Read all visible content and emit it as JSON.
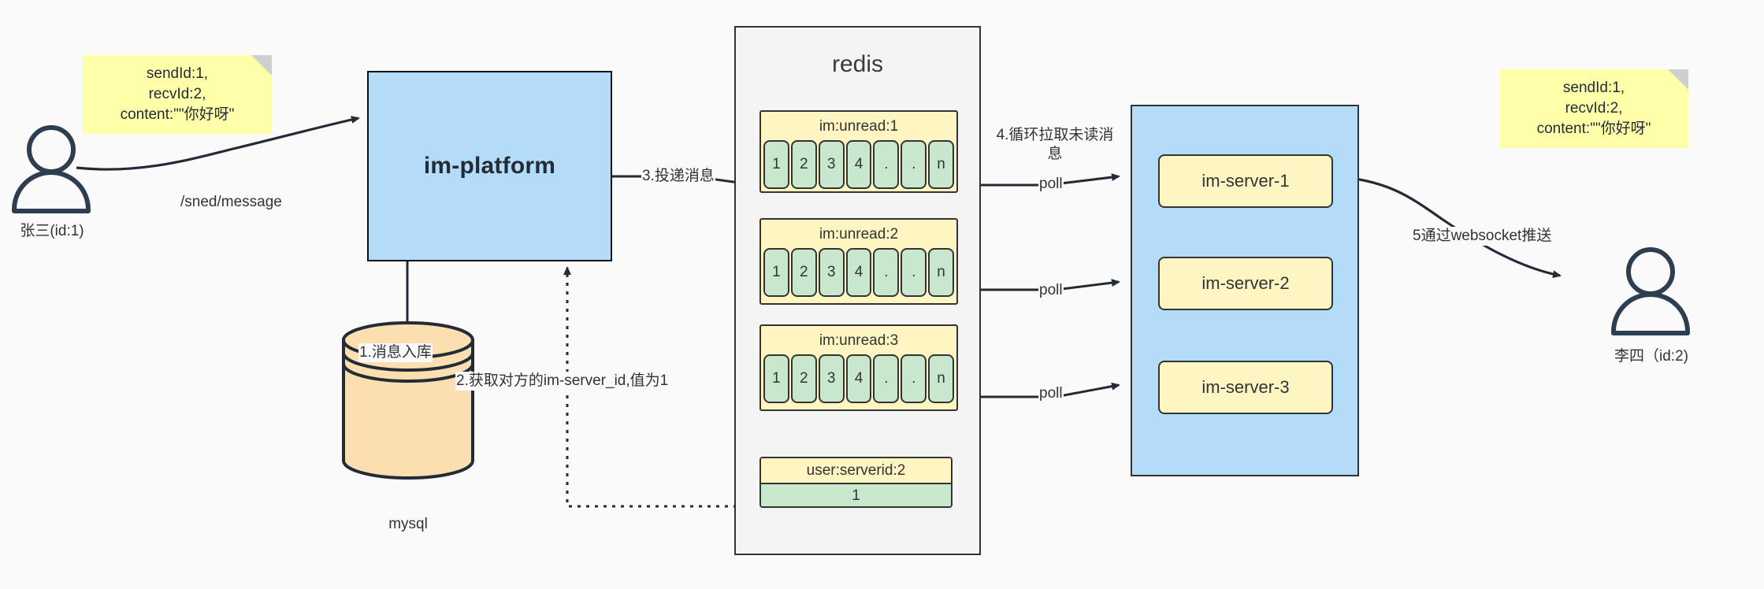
{
  "diagram": {
    "title": "IM message delivery architecture",
    "colors": {
      "sticky": "#ffffaa",
      "platform": "#b3dcf9",
      "redis_bg": "#f4f4f4",
      "list_key": "#fff5c2",
      "list_cell": "#c9e7cd",
      "cluster": "#b3dcf9",
      "server": "#fdf6c3",
      "mysql": "#fbdfb0",
      "stroke": "#333333",
      "actor": "#2c3e50"
    }
  },
  "notes": {
    "left": {
      "text": "sendId:1,\nrecvId:2,\ncontent:\"\"你好呀\"",
      "lines": [
        "sendId:1,",
        "recvId:2,",
        "content:\"\"你好呀\""
      ]
    },
    "right": {
      "text": "sendId:1,\nrecvId:2,\ncontent:\"\"你好呀\"",
      "lines": [
        "sendId:1,",
        "recvId:2,",
        "content:\"\"你好呀\""
      ]
    }
  },
  "actors": {
    "sender": {
      "label": "张三(id:1)",
      "icon": "user-icon"
    },
    "receiver": {
      "label": "李四（id:2)",
      "icon": "user-icon"
    }
  },
  "nodes": {
    "platform": {
      "label": "im-platform"
    },
    "mysql": {
      "label": "mysql",
      "icon": "database-cylinder-icon"
    },
    "redis": {
      "label": "redis"
    },
    "cluster": {
      "label": ""
    }
  },
  "redis": {
    "title": "redis",
    "lists": [
      {
        "key": "im:unread:1",
        "cells": [
          "1",
          "2",
          "3",
          "4",
          ".",
          ".",
          "n"
        ]
      },
      {
        "key": "im:unread:2",
        "cells": [
          "1",
          "2",
          "3",
          "4",
          ".",
          ".",
          "n"
        ]
      },
      {
        "key": "im:unread:3",
        "cells": [
          "1",
          "2",
          "3",
          "4",
          ".",
          ".",
          "n"
        ]
      }
    ],
    "kv": {
      "key": "user:serverid:2",
      "value": "1"
    }
  },
  "servers": [
    {
      "label": "im-server-1"
    },
    {
      "label": "im-server-2"
    },
    {
      "label": "im-server-3"
    }
  ],
  "edges": {
    "send_message": "/sned/message",
    "step1": "1.消息入库",
    "step2": "2.获取对方的im-server_id,值为1",
    "step3": "3.投递消息",
    "step4": "4.循环拉取未读消\n息",
    "step5": "5通过websocket推送",
    "poll1": "poll",
    "poll2": "poll",
    "poll3": "poll"
  }
}
